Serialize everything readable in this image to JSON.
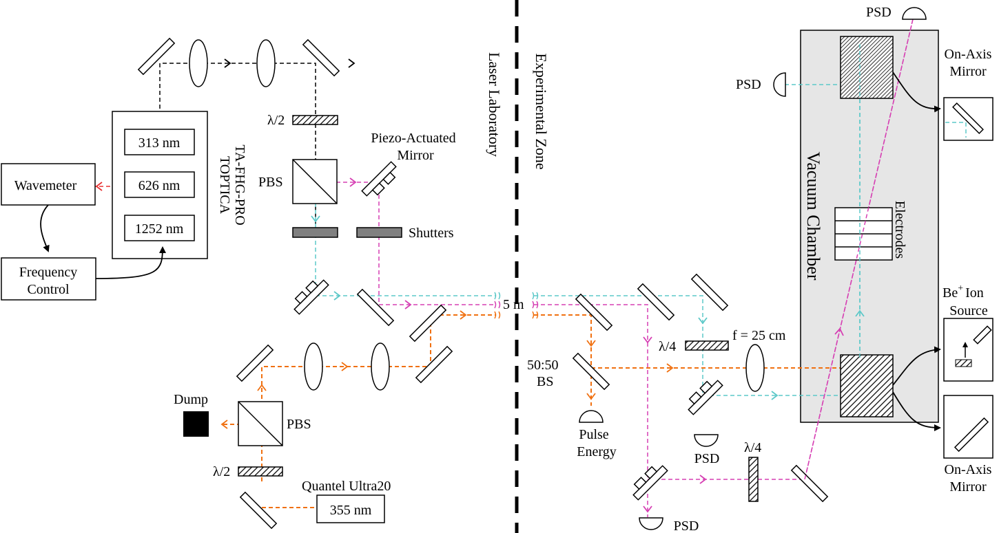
{
  "labels": {
    "wavemeter": "Wavemeter",
    "freq_control_1": "Frequency",
    "freq_control_2": "Control",
    "nm313": "313 nm",
    "nm626": "626 nm",
    "nm1252": "1252 nm",
    "toptica_1": "TOPTICA",
    "toptica_2": "TA-FHG-PRO",
    "lambda2_top": "λ/2",
    "pbs_top": "PBS",
    "piezo_1": "Piezo-Actuated",
    "piezo_2": "Mirror",
    "shutters": "Shutters",
    "dump": "Dump",
    "pbs_bottom": "PBS",
    "lambda2_bottom": "λ/2",
    "quantel": "Quantel Ultra20",
    "nm355": "355 nm",
    "laser_lab": "Laser Laboratory",
    "exp_zone": "Experimental Zone",
    "five_m": "5 m",
    "bs_1": "50:50",
    "bs_2": "BS",
    "pulse_1": "Pulse",
    "pulse_2": "Energy",
    "lambda4_a": "λ/4",
    "focal": "f = 25 cm",
    "psd_mid": "PSD",
    "psd_bottom": "PSD",
    "lambda4_b": "λ/4",
    "vacuum": "Vacuum Chamber",
    "electrodes": "Electrodes",
    "psd_left": "PSD",
    "psd_top": "PSD",
    "onaxis_top_1": "On-Axis",
    "onaxis_top_2": "Mirror",
    "be_ion_1": "Be",
    "be_ion_sup": "+",
    "be_ion_2": "Ion",
    "be_ion_3": "Source",
    "onaxis_bot_1": "On-Axis",
    "onaxis_bot_2": "Mirror"
  },
  "colors": {
    "uv313_beam": "#5cc8c8",
    "probe_beam": "#d63fb3",
    "uv355_beam": "#f07010",
    "red626": "#e83030",
    "ir1252": "#a01010",
    "chamber_fill": "#e6e6e6",
    "shutter_fill": "#808080"
  }
}
